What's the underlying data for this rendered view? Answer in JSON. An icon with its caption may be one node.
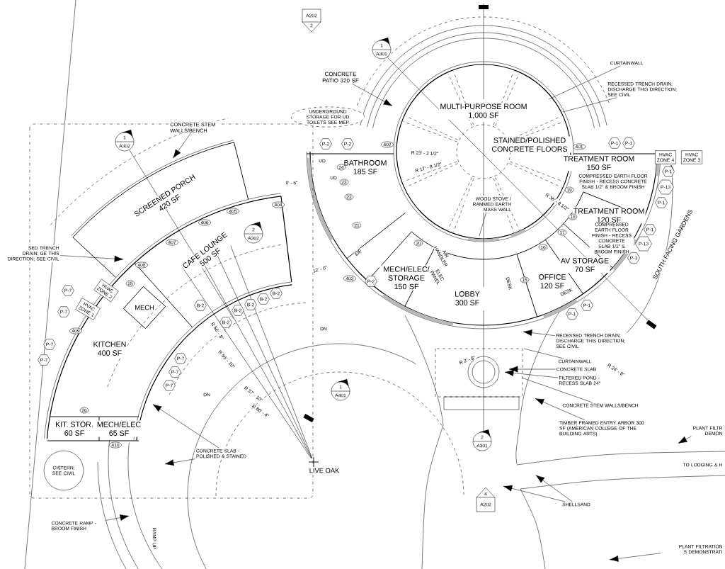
{
  "diagram": {
    "nodes": [
      {
        "text": [
          "MULTI-PURPOSE ROOM",
          "1,000 SF"
        ]
      },
      {
        "text": [
          "STAINED/POLISHED CONCRETE FLOORS"
        ]
      },
      {
        "text": [
          "BATHROOM",
          "185 SF"
        ]
      },
      {
        "text": [
          "TREATMENT ROOM",
          "150 SF"
        ],
        "beside": [
          "COMPRESSED EARTH FLOOR FINISH - RECESS CONCRETE SLAB 1/2\" & BROOM FINISH"
        ]
      },
      {
        "text": [
          "TREATMENT ROOM",
          "120 SF"
        ],
        "beside": [
          "COMPRESSED EARTH FLOOR FINISH - RECESS CONCRETE SLAB 1/2\" & BROOM FINISH"
        ]
      },
      {
        "text": [
          "AV STORAGE",
          "70 SF"
        ]
      },
      {
        "text": [
          "OFFICE",
          "120 SF"
        ]
      },
      {
        "text": [
          "LOBBY",
          "300 SF"
        ]
      },
      {
        "text": [
          "MECH/ELEC/ STORAGE",
          "150 SF"
        ]
      },
      {
        "text": [
          "SCREENED PORCH",
          "420 SF"
        ]
      },
      {
        "text": [
          "CAFE LOUNGE",
          "500 SF"
        ]
      },
      {
        "text": [
          "MECH"
        ]
      },
      {
        "text": [
          "KITCHEN",
          "400 SF"
        ]
      },
      {
        "text": [
          "KIT. STOR.",
          "60 SF"
        ]
      },
      {
        "text": [
          "MECH/ELEC",
          "65 SF"
        ]
      },
      {
        "text": [
          "UNDERGROUND STORAGE FOR UD TOILETS SEE MEP"
        ]
      },
      {
        "text": [
          "CISTERN; SEE CIVIL"
        ]
      },
      {
        "text": [
          "CONCRETE STEM WALLS/BENCH"
        ]
      },
      {
        "text": [
          "CONCRETE PATIO 320 SF"
        ]
      },
      {
        "text": [
          "CURTAINWALL"
        ]
      },
      {
        "text": [
          "RECESSED TRENCH DRAIN; DISCHARGE THIS DIRECTION; SEE CIVIL"
        ]
      },
      {
        "text": [
          "SED TRENCH DRAIN; GE THIS DIRECTION; SEE CIVIL"
        ]
      },
      {
        "text": [
          "WOOD STOVE / RAMMED EARTH MASS WALL"
        ]
      },
      {
        "text": [
          "RECESSED TRENCH DRAIN; DISCHARGE THIS DIRECTION; SEE CIVIL"
        ]
      },
      {
        "text": [
          "CURTAINWALL"
        ]
      },
      {
        "text": [
          "CONCRETE SLAB"
        ]
      },
      {
        "text": [
          "FILTERED POND - RECESS SLAB 24\""
        ]
      },
      {
        "text": [
          "CONCRETE STEM WALLS/BENCH"
        ]
      },
      {
        "text": [
          "TIMBER FRAMED ENTRY ARBOR 300 SF (AMERICAN COLLEGE OF THE BUILDING ARTS)"
        ]
      },
      {
        "text": [
          "SHELLSAND"
        ]
      },
      {
        "text": [
          "CONCRETE SLAB - POLISHED & STAINED"
        ]
      },
      {
        "text": [
          "CONCRETE RAMP - BROOM FINISH"
        ]
      },
      {
        "text": [
          "PLANT FILTR DEMON"
        ]
      },
      {
        "text": [
          "PLANT FILTRATION S DEMONSTRATI"
        ]
      }
    ],
    "edges": [
      {
        "from": 17,
        "to": null,
        "arrow": "to"
      },
      {
        "from": 18,
        "to": null,
        "arrow": "to"
      },
      {
        "from": 19,
        "to": null,
        "arrow": "none"
      },
      {
        "from": 20,
        "to": null,
        "arrow": "none"
      },
      {
        "from": 21,
        "to": null,
        "arrow": "to"
      },
      {
        "from": 22,
        "to": null,
        "arrow": "none"
      },
      {
        "from": 23,
        "to": null,
        "arrow": "to"
      },
      {
        "from": 24,
        "to": null,
        "arrow": "none"
      },
      {
        "from": 25,
        "to": null,
        "arrow": "to"
      },
      {
        "from": 26,
        "to": null,
        "arrow": "to"
      },
      {
        "from": 27,
        "to": null,
        "arrow": "none"
      },
      {
        "from": 28,
        "to": null,
        "arrow": "to"
      },
      {
        "from": 29,
        "to": null,
        "arrow": "to"
      },
      {
        "from": 29,
        "to": null,
        "arrow": "to"
      },
      {
        "from": 30,
        "to": null,
        "arrow": "to"
      },
      {
        "from": 30,
        "to": null,
        "arrow": "to"
      },
      {
        "from": 31,
        "to": null,
        "arrow": "to"
      },
      {
        "from": 32,
        "to": null,
        "arrow": "to"
      },
      {
        "from": 33,
        "to": null,
        "arrow": "to"
      }
    ],
    "labels": [
      "A202",
      "2",
      "1",
      "A301",
      "1",
      "A302",
      "2",
      "A302",
      "UD",
      "24",
      "UD",
      "23",
      "22",
      "21",
      "DF",
      "402",
      "401",
      "403",
      "20",
      "AIR HANDLER",
      "ELEC PANEL",
      "DESK",
      "19",
      "18",
      "17",
      "16",
      "15",
      "DESK",
      "HVAC ZONE 4",
      "HVAC ZONE 3",
      "P-1",
      "P-1",
      "P-1",
      "P-13",
      "P-1",
      "P-1",
      "P-13",
      "P-1",
      "P-1",
      "P-1",
      "P-2",
      "P-2",
      "P-2",
      "404",
      "405",
      "406",
      "407",
      "408",
      "25",
      "HVAC ZONE 2",
      "HVAC ZONE 1",
      "P-7",
      "P-7",
      "409",
      "P-7",
      "P-7",
      "26",
      "410",
      "B-2",
      "B-2",
      "B-2",
      "B-2",
      "B-2",
      "B-2",
      "P-7",
      "P-7",
      "P-7",
      "DN",
      "DN",
      "1",
      "A401",
      "2",
      "A301",
      "4",
      "A202",
      "R 23' - 2 1/2\"",
      "R 17' - 8 1/2\"",
      "R 36' - 8 1/2\"",
      "R 2' - 8\"",
      "R 24' - 8\"",
      "R 56' - 8\"",
      "R 56' - 10\"",
      "R 37' - 10\"",
      "R 80' - 4\"",
      "12' - 0\"",
      "8' - 6\"",
      "LIVE OAK",
      "SOUTH FACING GARDENS",
      "RAMP UP",
      "TO LODGING & H"
    ]
  }
}
